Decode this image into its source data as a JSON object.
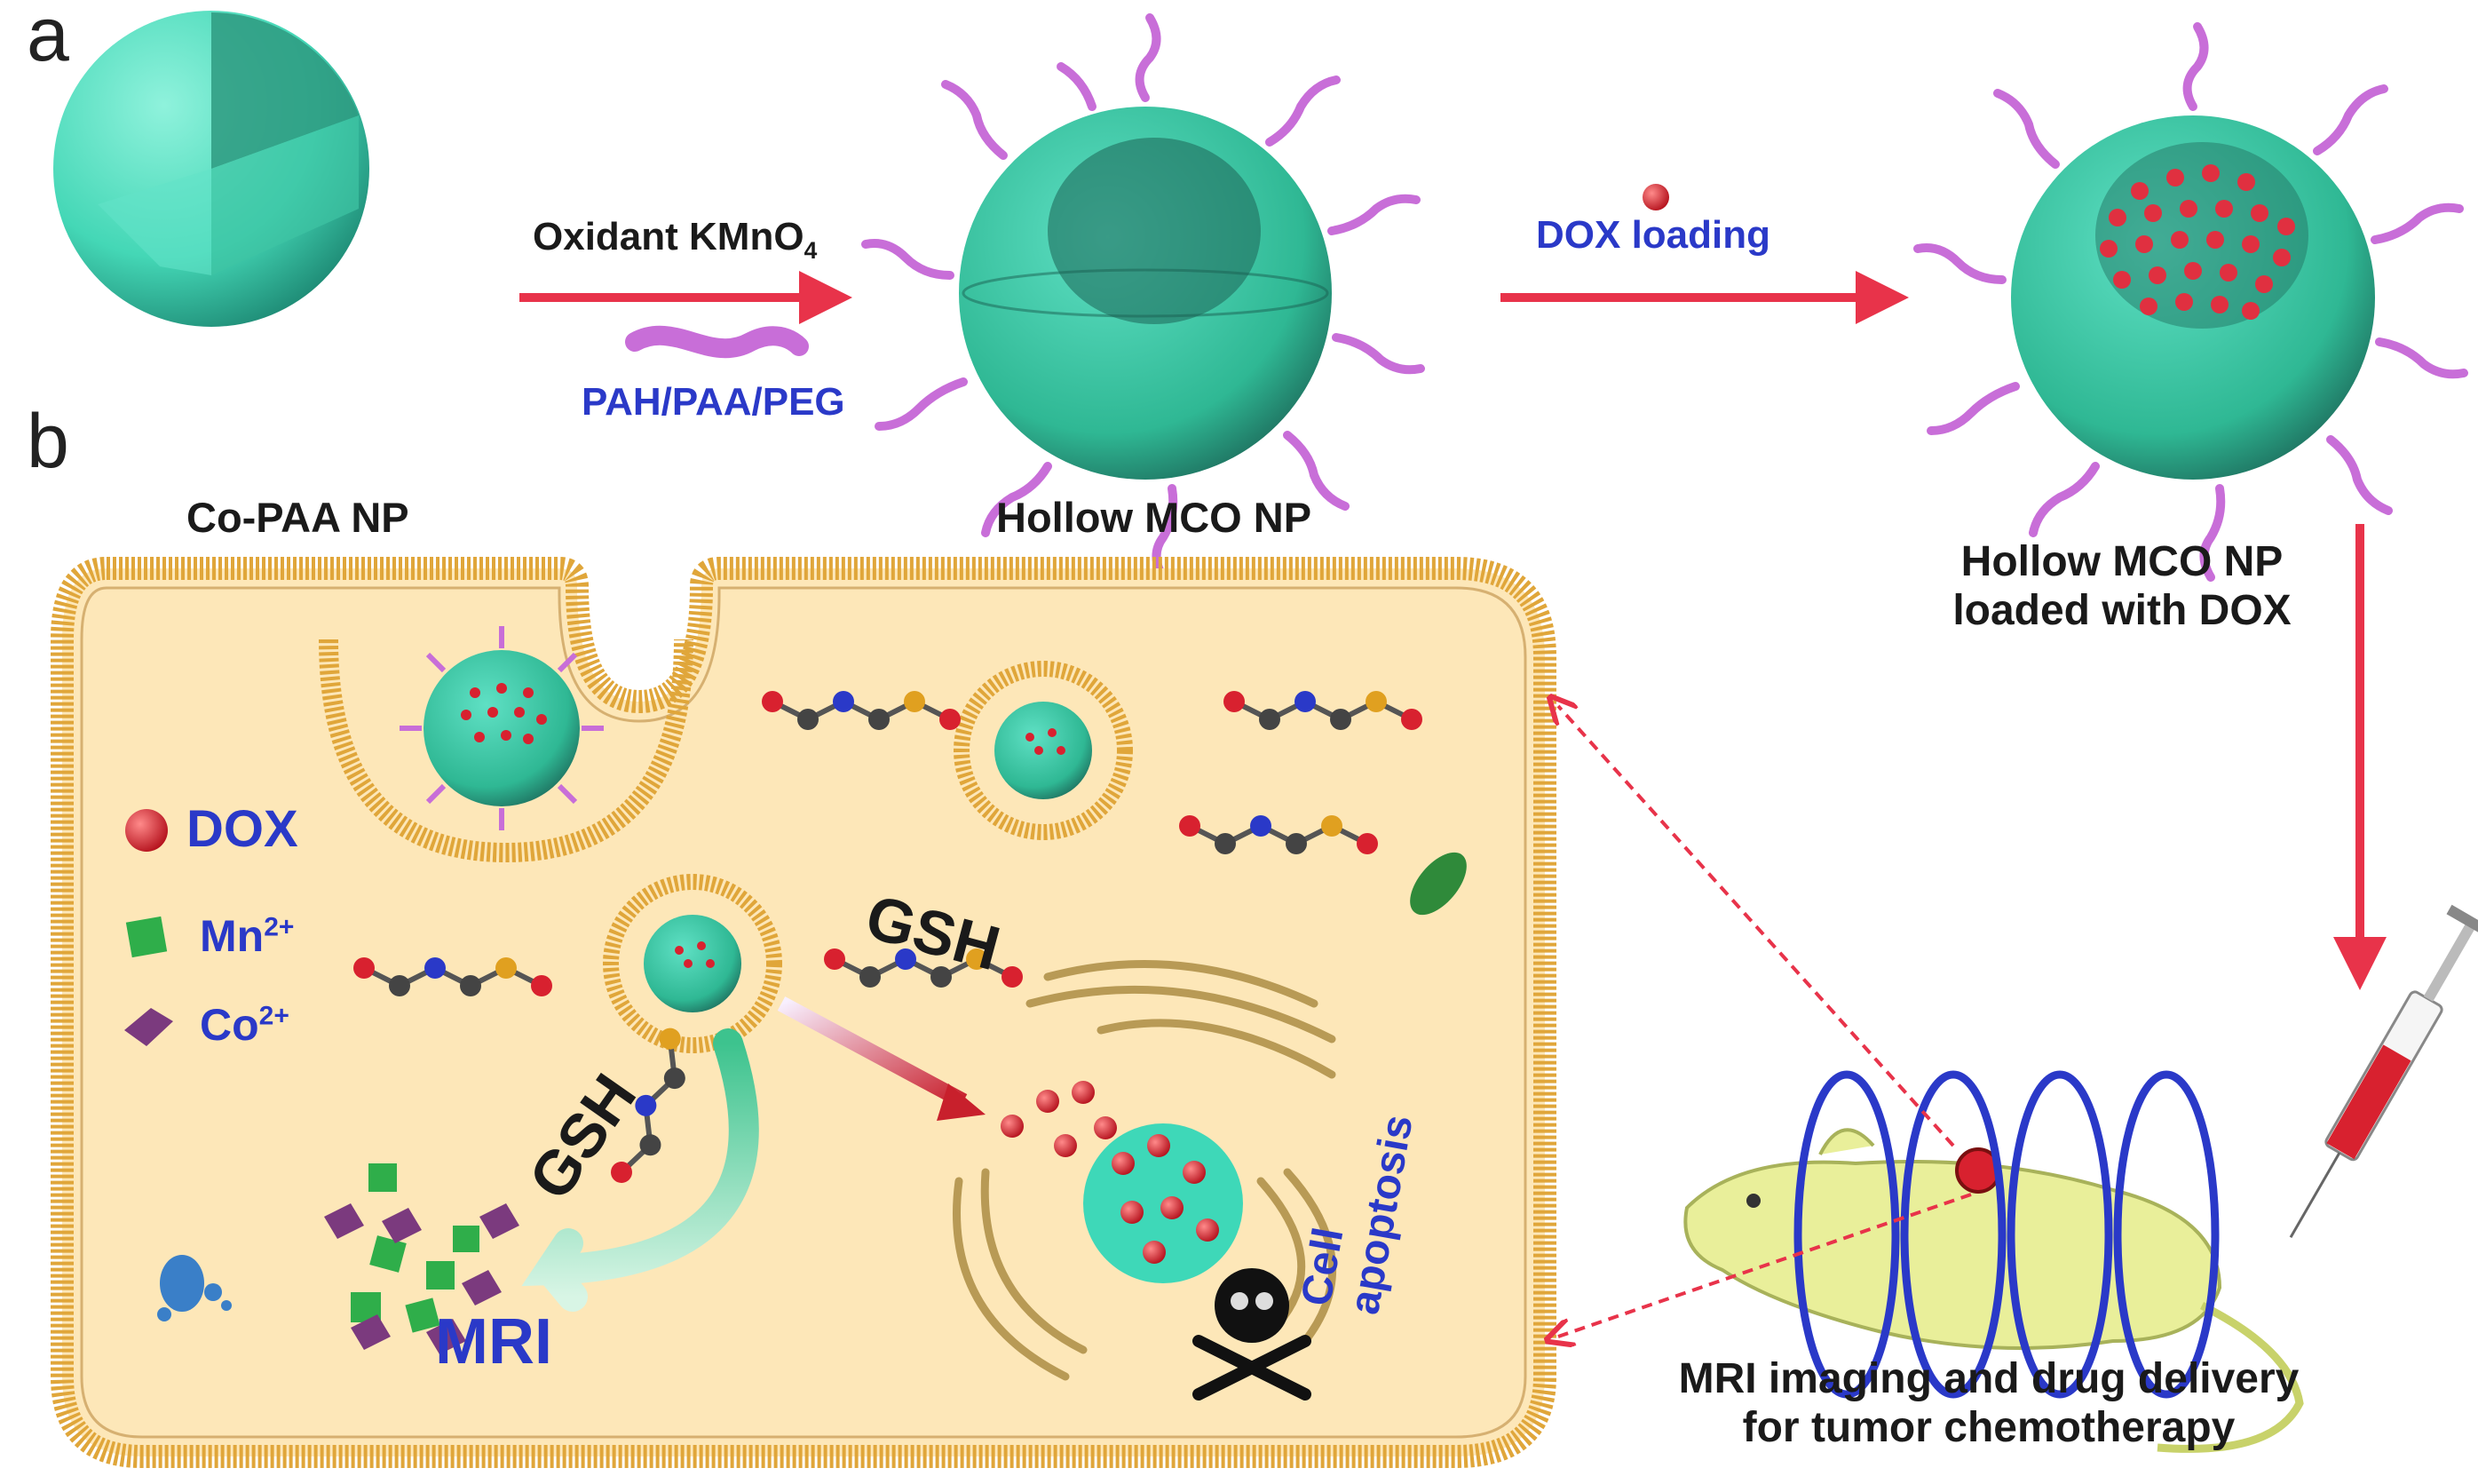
{
  "panels": {
    "a": "a",
    "b": "b"
  },
  "labels": {
    "co_paa": "Co-PAA NP",
    "oxidant": "Oxidant KMnO",
    "oxidant_sub": "4",
    "pah": "PAH/PAA/PEG",
    "hollow_mco": "Hollow MCO NP",
    "dox_loading": "DOX loading",
    "loaded_line1": "Hollow MCO NP",
    "loaded_line2": "loaded with DOX",
    "legend_dox": "DOX",
    "legend_mn": "Mn",
    "legend_mn_sup": "2+",
    "legend_co": "Co",
    "legend_co_sup": "2+",
    "gsh_top": "GSH",
    "gsh_left": "GSH",
    "mri": "MRI",
    "cell_apoptosis_1": "Cell",
    "cell_apoptosis_2": "apoptosis",
    "mri_caption_1": "MRI imaging and drug delivery",
    "mri_caption_2": "for tumor chemotherapy"
  },
  "colors": {
    "arrow": "#e8334a",
    "teal": "#3ed8b8",
    "cell_fill": "#fde7b8",
    "membrane": "#e0a63a",
    "polymer": "#c86ed8",
    "dox": "#d8212f",
    "mn": "#2fae4a",
    "co": "#7b3a7e",
    "coil": "#2a39c8",
    "mouse": "#e9ef9a"
  },
  "icons": [
    "sphere-icon",
    "nanoparticle-icon",
    "mouse-icon",
    "syringe-icon",
    "skull-icon",
    "golgi-icon",
    "gsh-molecule-icon",
    "vesicle-icon"
  ]
}
